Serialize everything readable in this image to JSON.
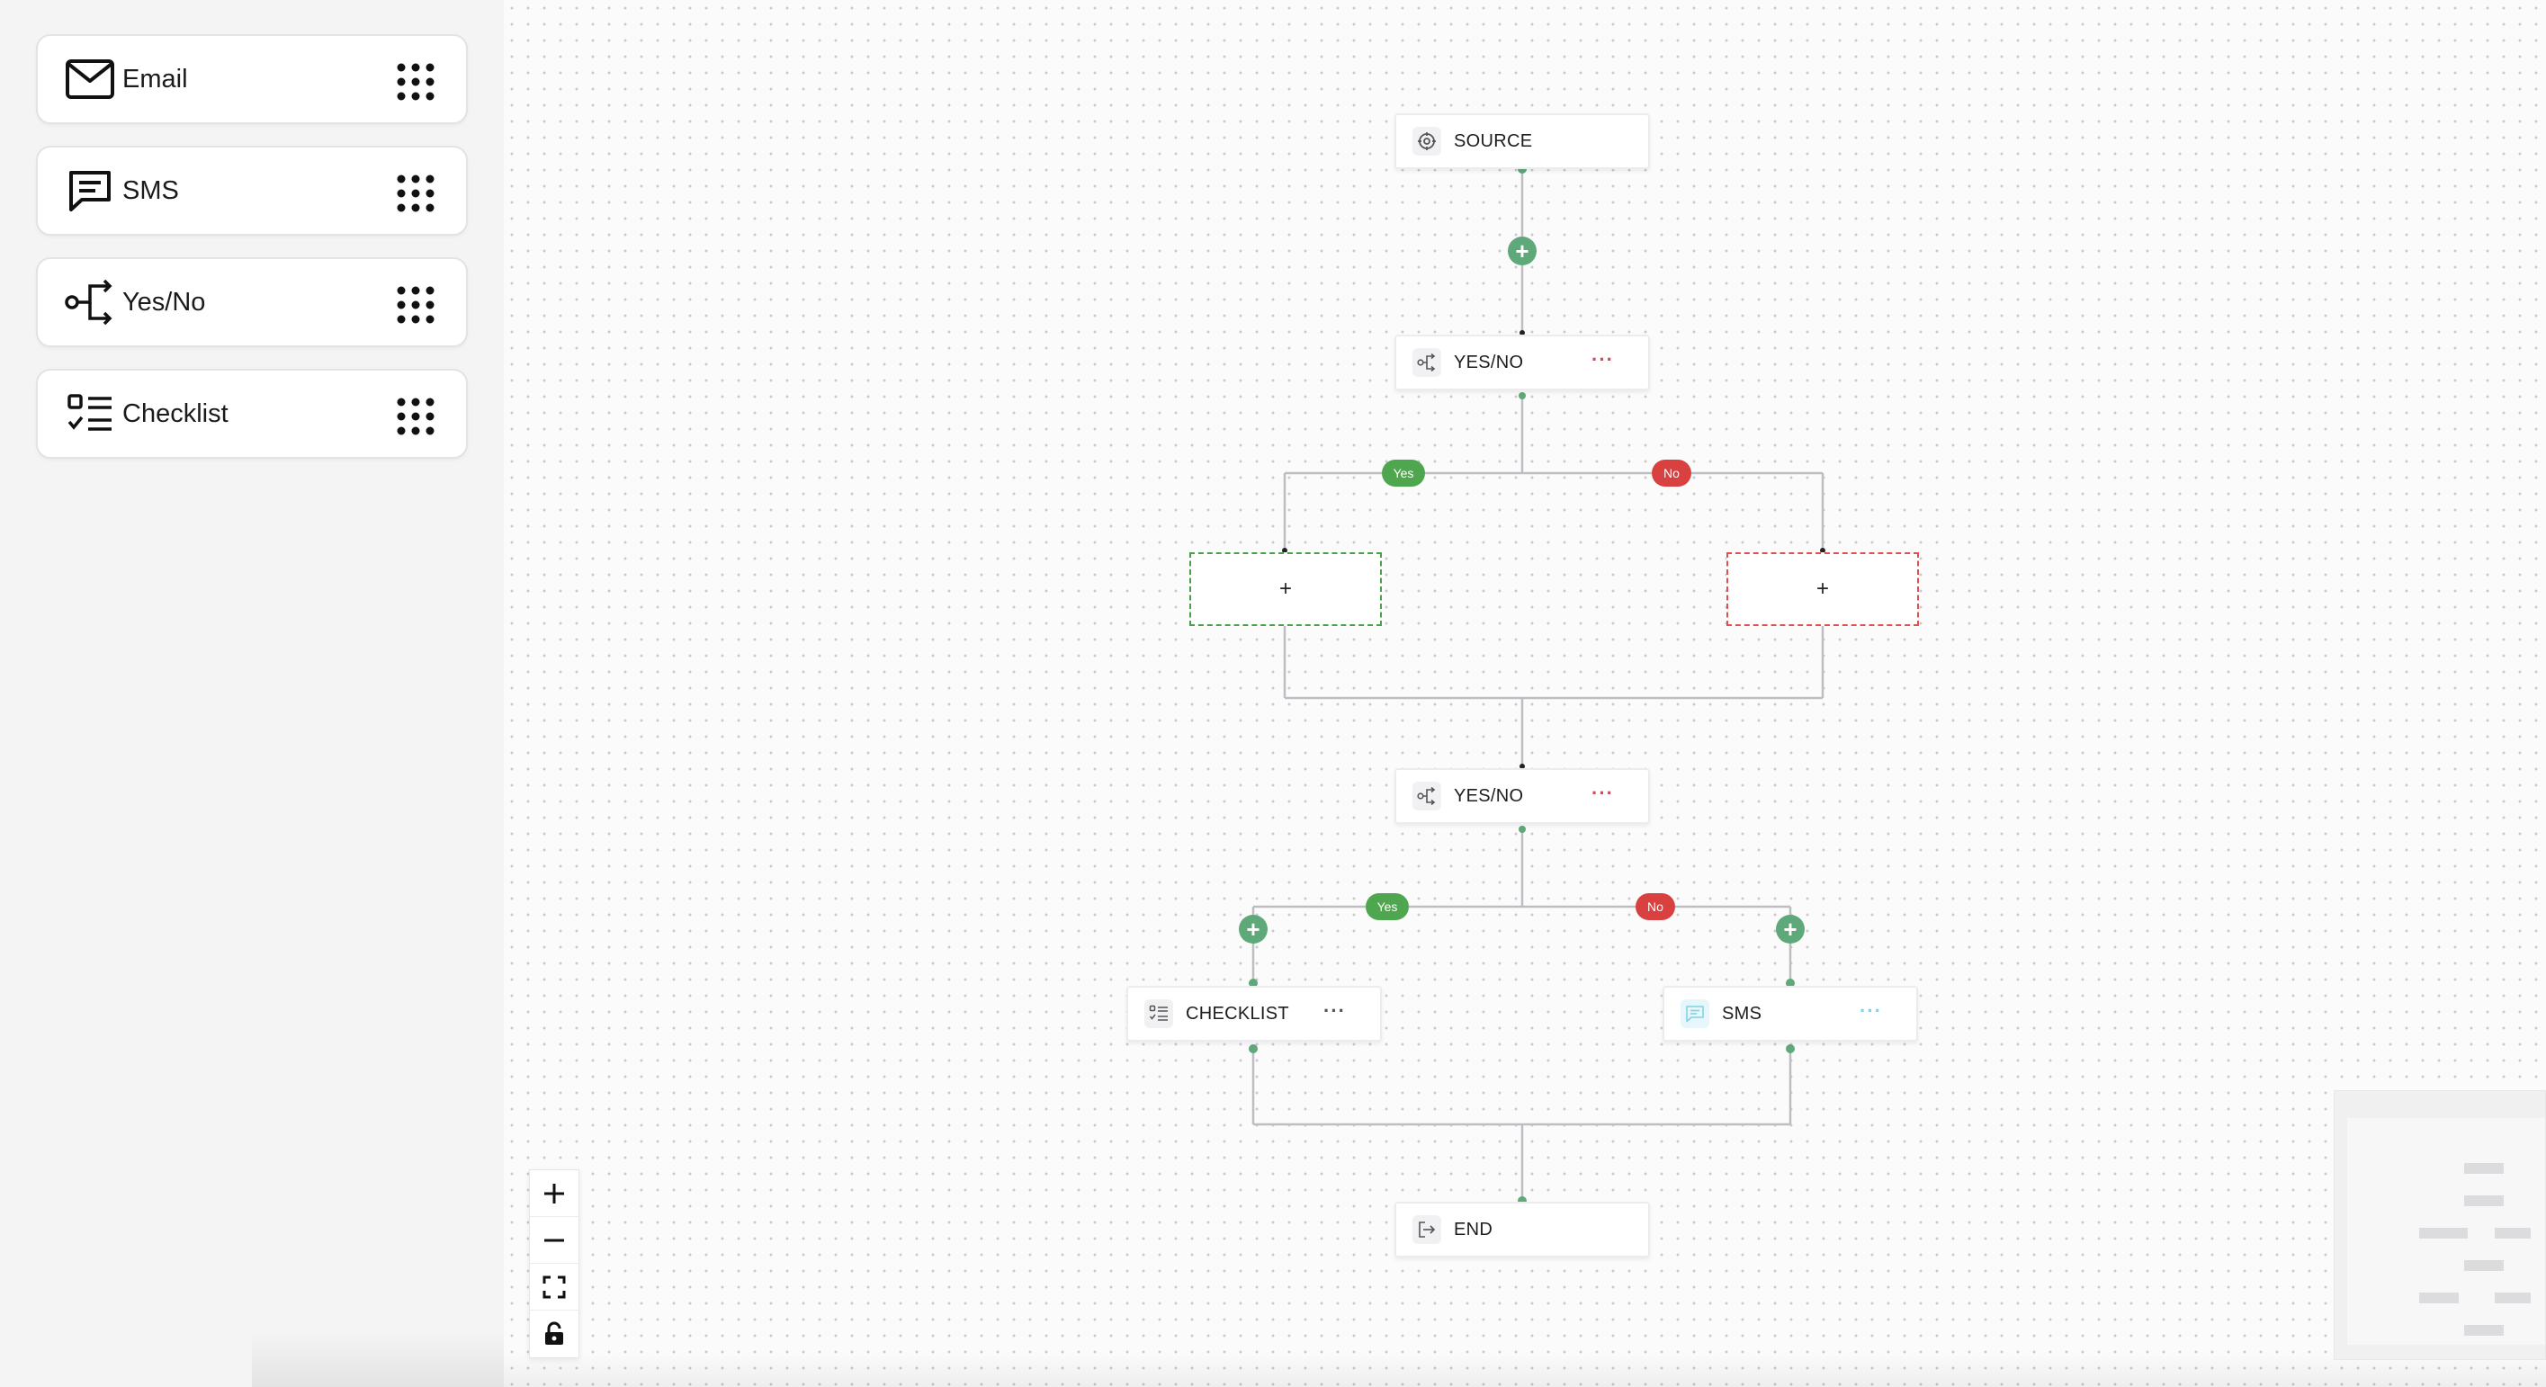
{
  "palette": {
    "items": [
      {
        "label": "Email",
        "icon": "mail-icon"
      },
      {
        "label": "SMS",
        "icon": "message-icon"
      },
      {
        "label": "Yes/No",
        "icon": "branch-icon"
      },
      {
        "label": "Checklist",
        "icon": "checklist-icon"
      }
    ]
  },
  "flow": {
    "source": {
      "label": "SOURCE",
      "icon": "crosshair-icon"
    },
    "decision1": {
      "label": "YES/NO",
      "icon": "branch-icon",
      "menu": "···"
    },
    "decision2": {
      "label": "YES/NO",
      "icon": "branch-icon",
      "menu": "···"
    },
    "checklist": {
      "label": "CHECKLIST",
      "icon": "checklist-icon",
      "menu": "···"
    },
    "sms": {
      "label": "SMS",
      "icon": "message-icon",
      "menu": "···"
    },
    "end": {
      "label": "END",
      "icon": "exit-icon"
    },
    "yes_label": "Yes",
    "no_label": "No",
    "placeholder_symbol": "+",
    "add_symbol": "+"
  },
  "colors": {
    "yes": "#4ea64e",
    "no": "#d94141",
    "add_button": "#5fa879",
    "edge": "#bdbdc2",
    "menu_red": "#d04a5a",
    "menu_gray": "#555555",
    "menu_cyan": "#7fd3e8"
  },
  "controls": {
    "items": [
      "zoom-in-icon",
      "zoom-out-icon",
      "fit-view-icon",
      "lock-icon"
    ]
  }
}
